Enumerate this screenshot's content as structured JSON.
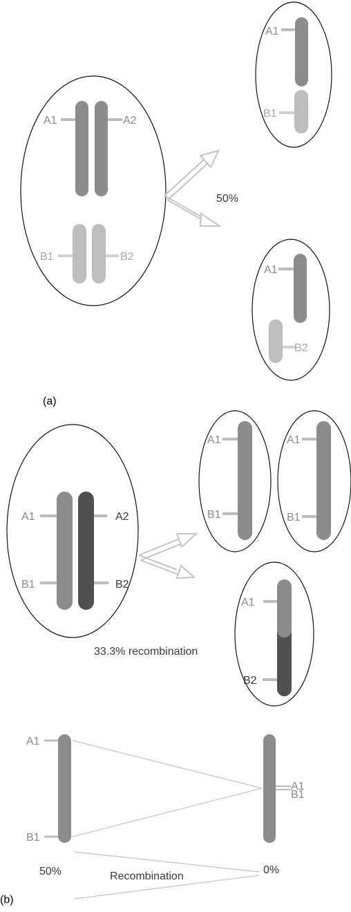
{
  "panel_a": {
    "tag": "(a)",
    "parent_labels": {
      "a1": "A1",
      "a2": "A2",
      "b1": "B1",
      "b2": "B2"
    },
    "percent": "50%",
    "gamete_top": {
      "a": "A1",
      "b": "B1"
    },
    "gamete_bottom": {
      "a": "A1",
      "b": "B2"
    }
  },
  "panel_b": {
    "tag": "(b)",
    "parent_labels": {
      "a1": "A1",
      "a2": "A2",
      "b1": "B1",
      "b2": "B2"
    },
    "gamete_1": {
      "a": "A1",
      "b": "B1"
    },
    "gamete_2": {
      "a": "A1",
      "b": "B1"
    },
    "gamete_3": {
      "a": "A1",
      "b": "B2"
    },
    "recombination_text": "33.3% recombination"
  },
  "panel_c": {
    "left_labels": {
      "a": "A1",
      "b": "B1"
    },
    "right_labels": {
      "a": "A1",
      "b": "B1"
    },
    "left_percent": "50%",
    "right_percent": "0%",
    "recombination_label": "Recombination"
  },
  "colors": {
    "chromosome_mid": "#8c8c8c",
    "chromosome_light": "#bdbdbd",
    "chromosome_dark": "#505050",
    "outline": "#111111",
    "arrow": "#c4c4c4"
  }
}
